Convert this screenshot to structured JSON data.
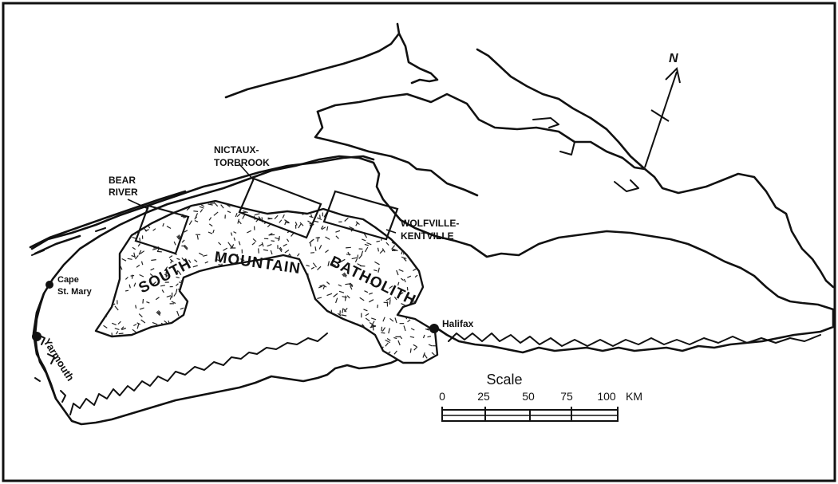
{
  "map": {
    "labels": {
      "bear_river": [
        "BEAR",
        "RIVER"
      ],
      "nictaux": [
        "NICTAUX-",
        "TORBROOK"
      ],
      "wolfville": [
        "WOLFVILLE-",
        "KENTVILLE"
      ],
      "cape": [
        "Cape",
        "St. Mary"
      ],
      "yarmouth": "Yarmouth",
      "halifax": "Halifax",
      "batholith": [
        "SOUTH",
        "MOUNTAIN",
        "BATHOLITH"
      ],
      "north": "N"
    },
    "scale": {
      "title": "Scale",
      "ticks": [
        "0",
        "25",
        "50",
        "75",
        "100"
      ],
      "unit": "KM"
    },
    "colors": {
      "ink": "#111111",
      "paper": "#ffffff"
    }
  }
}
